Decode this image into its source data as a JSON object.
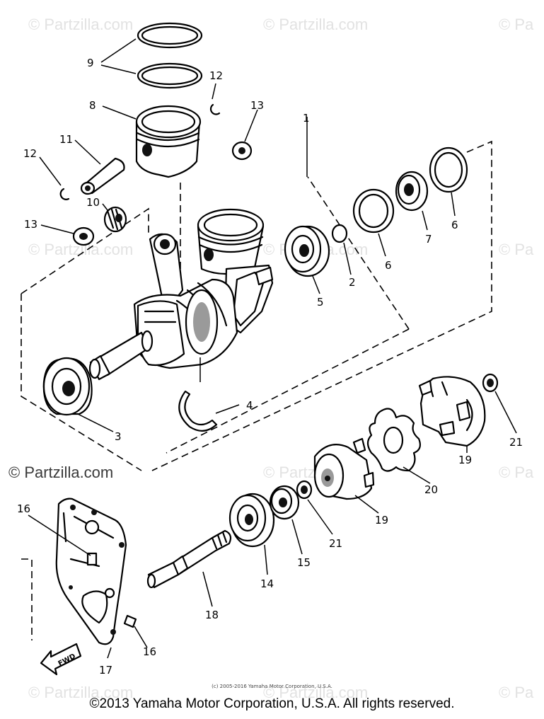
{
  "watermark": {
    "text": "© Partzilla.com",
    "text_right": "© Pa",
    "main": "© Partzilla.com"
  },
  "callouts": [
    "1",
    "2",
    "3",
    "4",
    "5",
    "6",
    "6",
    "7",
    "8",
    "9",
    "10",
    "11",
    "12",
    "12",
    "13",
    "13",
    "14",
    "15",
    "16",
    "16",
    "17",
    "18",
    "19",
    "19",
    "20",
    "21",
    "21"
  ],
  "fwd_label": "FWD",
  "small_copyright": "(c) 2005-2016 Yamaha Motor Corporation, U.S.A.",
  "footer": "©2013 Yamaha Motor Corporation, U.S.A. All rights reserved."
}
